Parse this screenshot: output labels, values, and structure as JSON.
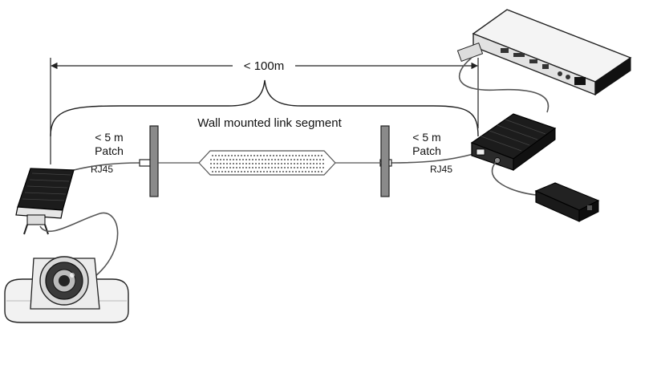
{
  "diagram": {
    "distance_label": "< 100m",
    "segment_label": "Wall mounted link segment",
    "left_patch": {
      "length": "< 5 m",
      "type": "Patch",
      "connector": "RJ45"
    },
    "right_patch": {
      "length": "< 5 m",
      "type": "Patch",
      "connector": "RJ45"
    }
  },
  "colors": {
    "device_dark": "#1c1c1c",
    "device_light": "#f2f2f2",
    "wall_plate": "#8a8a8a",
    "line": "#222222",
    "cable": "#555555"
  }
}
